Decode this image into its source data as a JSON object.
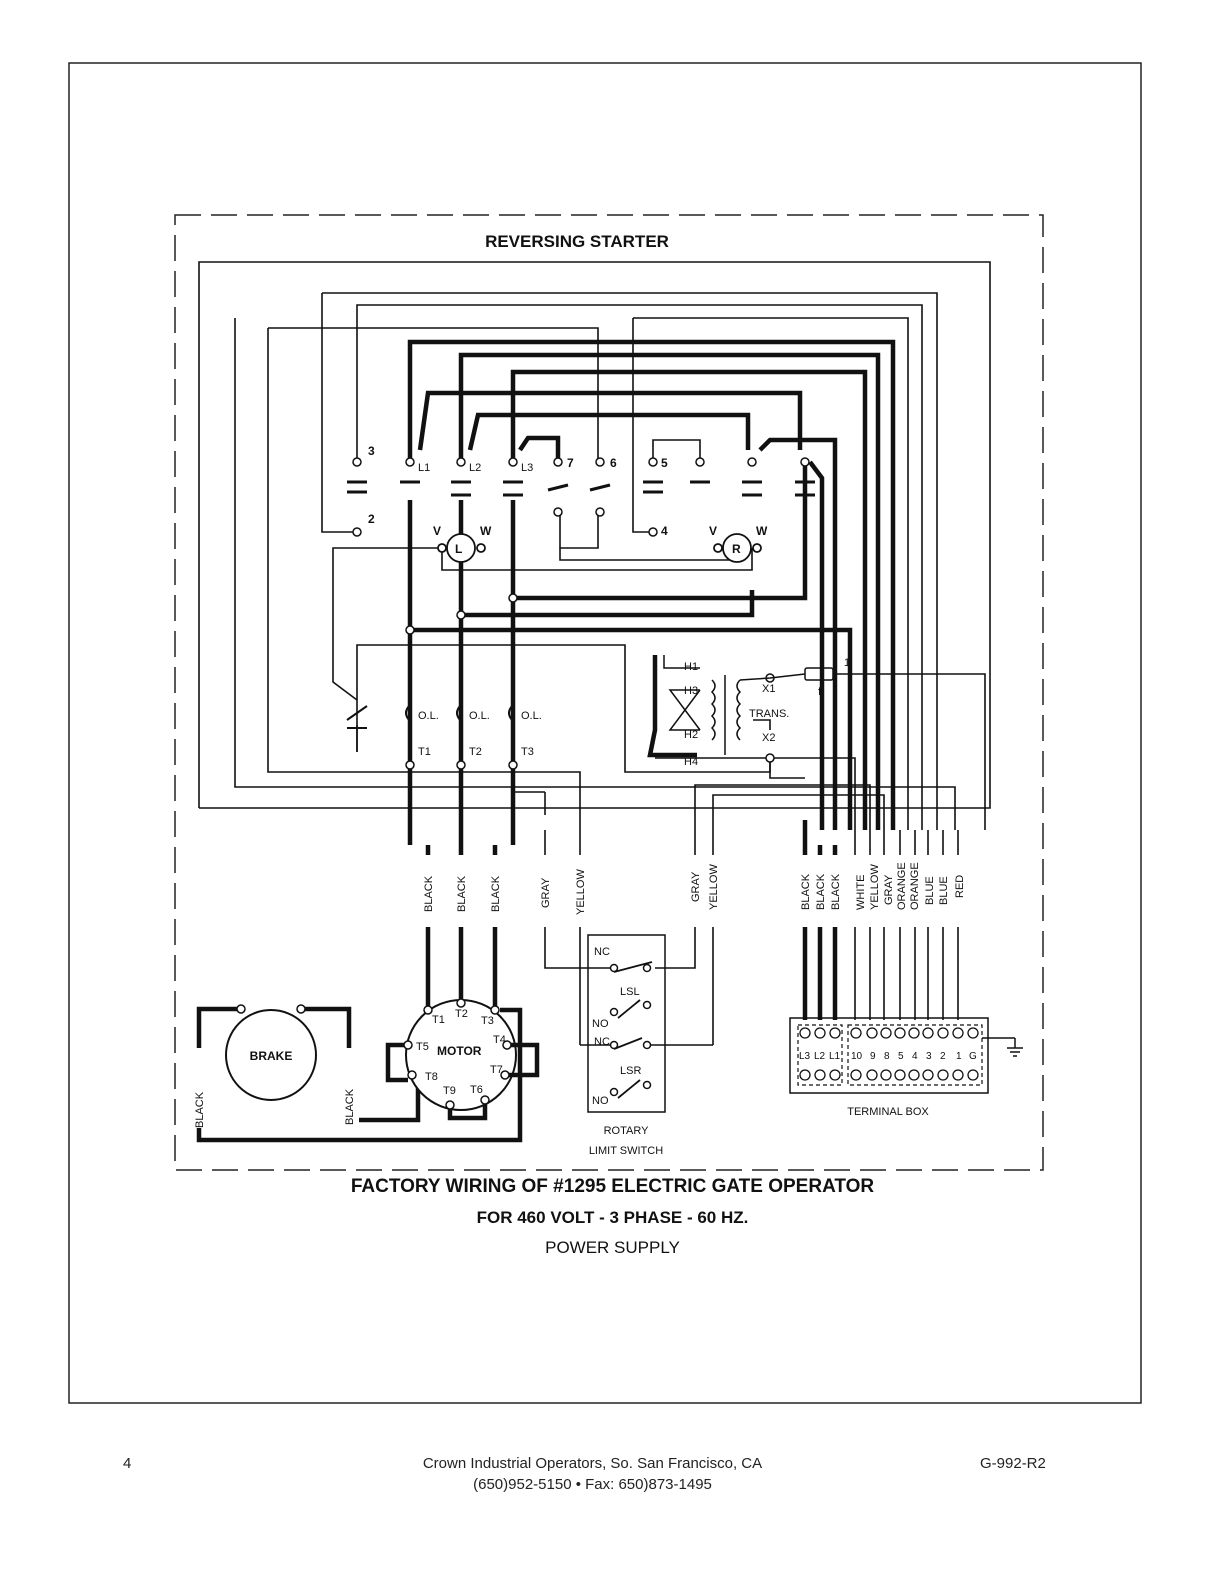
{
  "diagram": {
    "header": "REVERSING STARTER",
    "contacts": {
      "l1": "L1",
      "l2": "L2",
      "l3": "L3",
      "c7": "7",
      "c6": "6",
      "c5": "5",
      "c4": "4",
      "c3": "3",
      "c2": "2"
    },
    "coils": {
      "left": "L",
      "right": "R",
      "v_left": "V",
      "w_left": "W",
      "v_right": "V",
      "w_right": "W"
    },
    "overloads": {
      "ol": "O.L.",
      "t1": "T1",
      "t2": "T2",
      "t3": "T3"
    },
    "transformer": {
      "h1": "H1",
      "h2": "H2",
      "h3": "H3",
      "h4": "H4",
      "x1": "X1",
      "x2": "X2",
      "name": "TRANS.",
      "fuse": "f",
      "fuse_num": "1"
    },
    "wires_left": [
      "BLACK",
      "BLACK",
      "BLACK",
      "GRAY",
      "YELLOW"
    ],
    "wires_mid": [
      "GRAY",
      "YELLOW"
    ],
    "wires_right": [
      "BLACK",
      "BLACK",
      "BLACK",
      "WHITE",
      "YELLOW",
      "GRAY",
      "ORANGE",
      "ORANGE",
      "BLUE",
      "BLUE",
      "RED"
    ],
    "brake": {
      "label": "BRAKE",
      "wire_left": "BLACK",
      "wire_right": "BLACK"
    },
    "motor": {
      "label": "MOTOR",
      "terminals": [
        "T1",
        "T2",
        "T3",
        "T4",
        "T5",
        "T6",
        "T7",
        "T8",
        "T9"
      ]
    },
    "limit_switch": {
      "nc1": "NC",
      "no1": "NO",
      "lsl": "LSL",
      "nc2": "NC",
      "no2": "NO",
      "lsr": "LSR",
      "title_line1": "ROTARY",
      "title_line2": "LIMIT SWITCH"
    },
    "terminal_box": {
      "title": "TERMINAL BOX",
      "left_terminals": [
        "L3",
        "L2",
        "L1"
      ],
      "right_terminals": [
        "10",
        "9",
        "8",
        "5",
        "4",
        "3",
        "2",
        "1",
        "G"
      ]
    }
  },
  "caption": {
    "line1": "FACTORY WIRING OF #1295 ELECTRIC GATE OPERATOR",
    "line2": "FOR 460 VOLT - 3 PHASE - 60 HZ.",
    "line3": "POWER SUPPLY"
  },
  "footer": {
    "page_number": "4",
    "company": "Crown Industrial Operators, So. San Francisco, CA",
    "contact": "(650)952-5150 • Fax: 650)873-1495",
    "doc_code": "G-992-R2"
  }
}
